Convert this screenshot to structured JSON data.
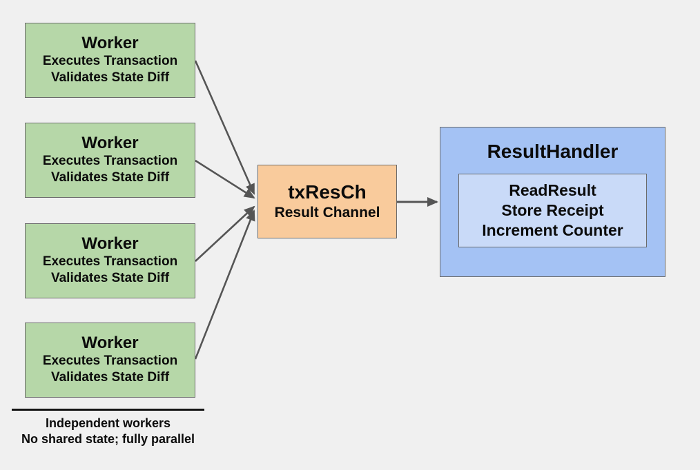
{
  "diagram": {
    "workers": [
      {
        "title": "Worker",
        "line1": "Executes Transaction",
        "line2": "Validates State Diff"
      },
      {
        "title": "Worker",
        "line1": "Executes Transaction",
        "line2": "Validates State Diff"
      },
      {
        "title": "Worker",
        "line1": "Executes Transaction",
        "line2": "Validates State Diff"
      },
      {
        "title": "Worker",
        "line1": "Executes Transaction",
        "line2": "Validates State Diff"
      }
    ],
    "channel": {
      "title": "txResCh",
      "subtitle": "Result Channel"
    },
    "handler": {
      "title": "ResultHandler",
      "lines": [
        "ReadResult",
        "Store Receipt",
        "Increment Counter"
      ]
    },
    "caption": {
      "line1": "Independent workers",
      "line2": "No shared state; fully parallel"
    },
    "colors": {
      "background": "#f0f0f0",
      "worker_fill": "#b6d7a8",
      "channel_fill": "#f9cb9c",
      "handler_fill": "#a4c2f4",
      "handler_inner_fill": "#c9daf8",
      "box_border": "#6b6b6b",
      "arrow": "#555555",
      "underline": "#141414",
      "text": "#0b0b0b"
    }
  }
}
